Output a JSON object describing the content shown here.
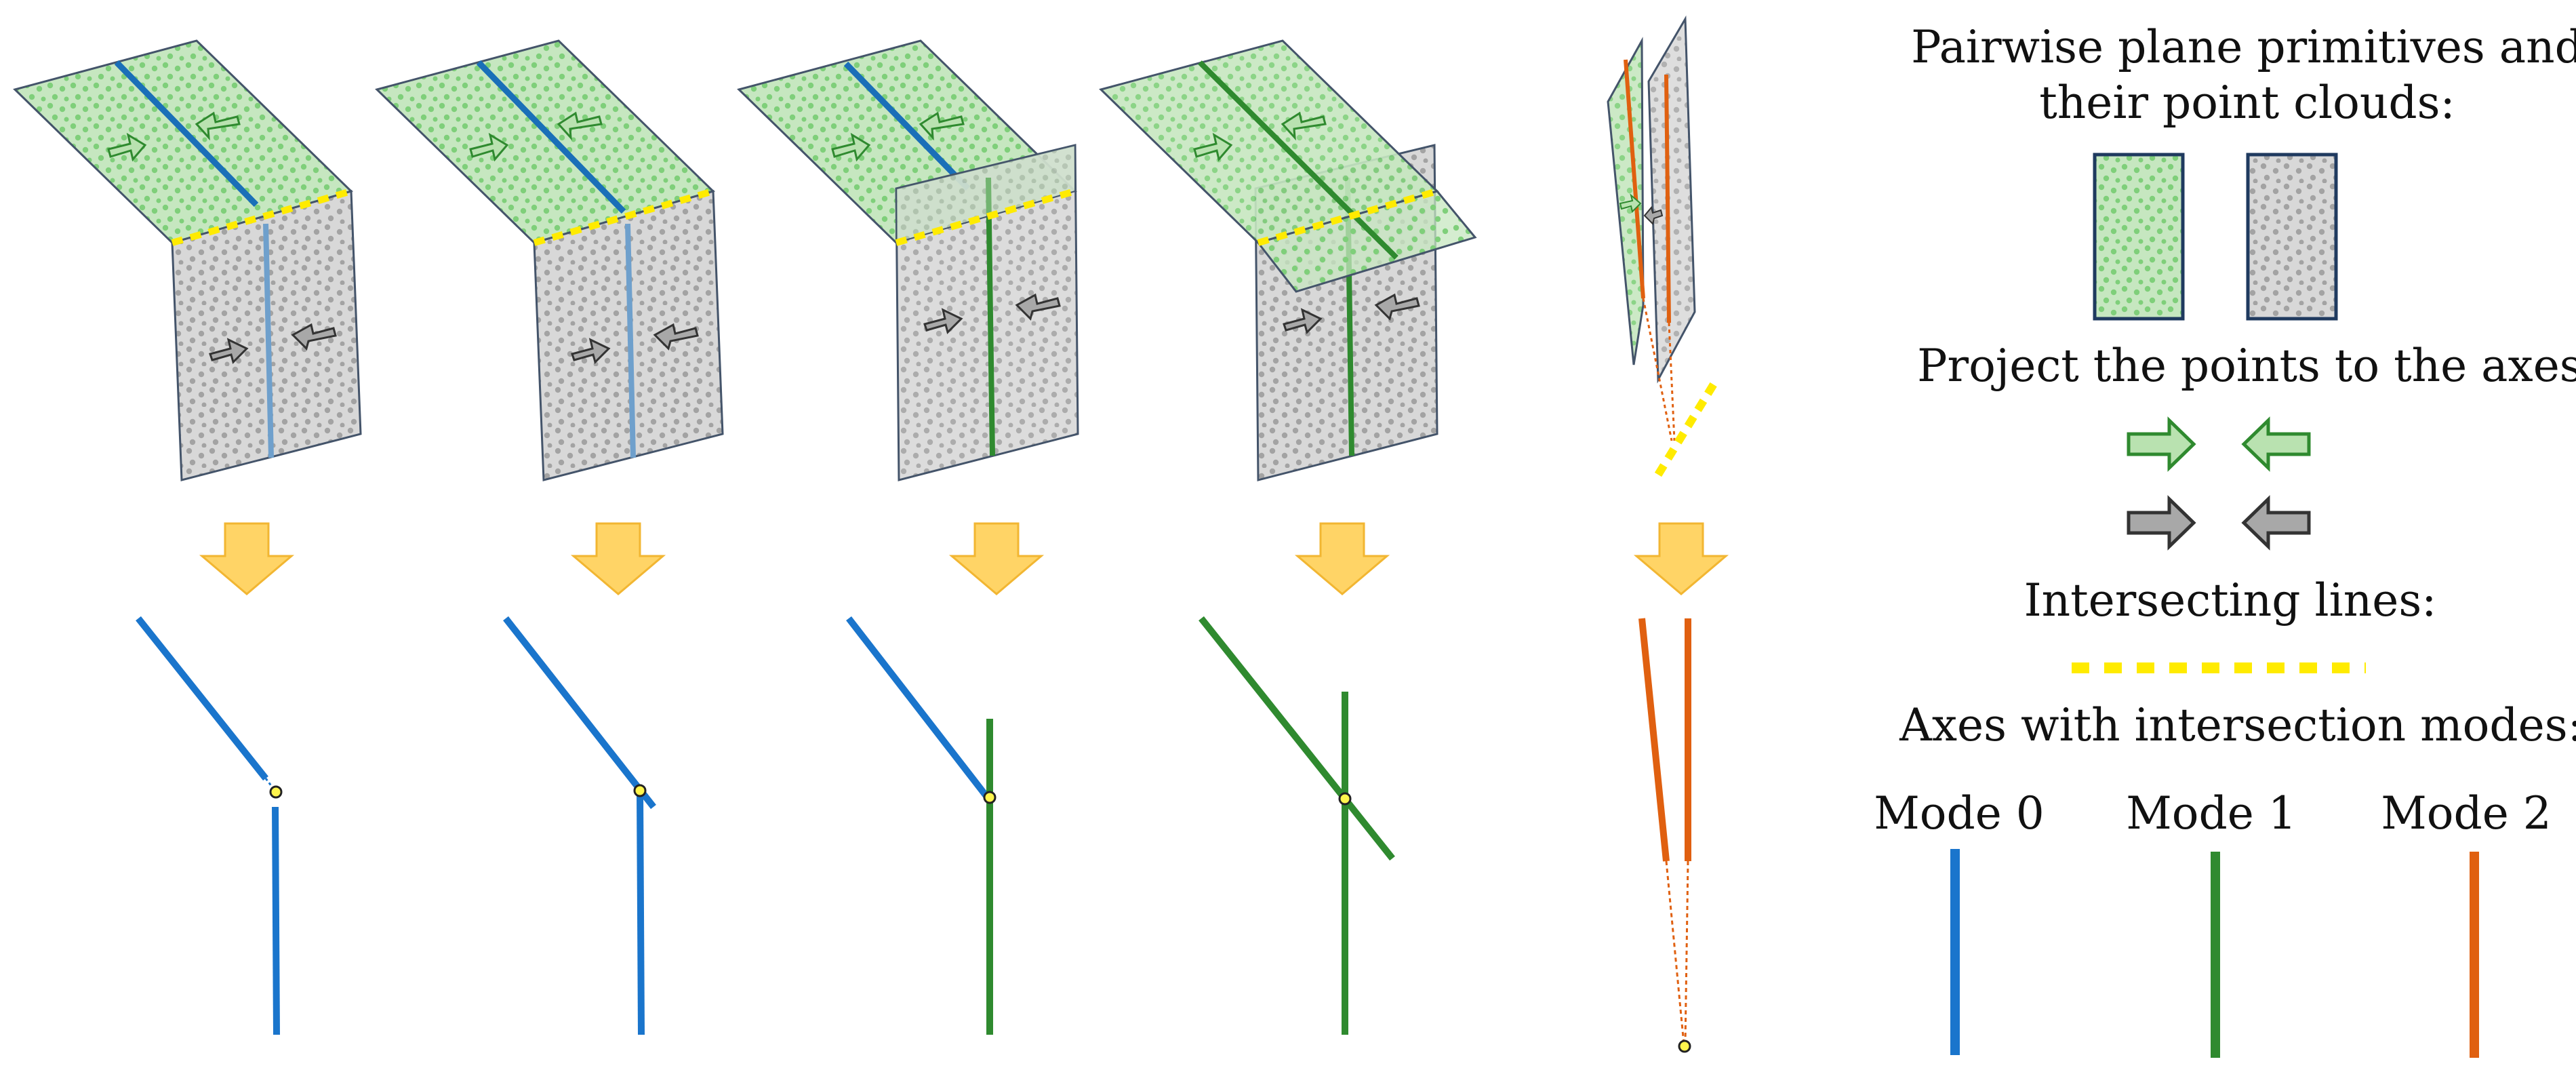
{
  "legend": {
    "title_line1": "Pairwise plane primitives and",
    "title_line2": "their point clouds:",
    "project_label": "Project the points to the axes:",
    "intersect_label": "Intersecting lines:",
    "axes_label": "Axes with intersection modes:",
    "modes": [
      {
        "label": "Mode 0",
        "color": "#1a75cc"
      },
      {
        "label": "Mode 1",
        "color": "#2f8a2f"
      },
      {
        "label": "Mode 2",
        "color": "#e06010"
      }
    ]
  },
  "colors": {
    "green_plane": "#c6e7c0",
    "green_dot": "#7fcf7a",
    "gray_plane": "#d8d8d8",
    "gray_dot": "#a3a3a3",
    "plane_edge": "#44546a",
    "intersection_line": "#ffeb00",
    "down_arrow": "#ffd466",
    "down_arrow_edge": "#f2b632",
    "arrow_green": "#b9e2b0",
    "arrow_green_edge": "#2f8a2f",
    "arrow_gray": "#a8a8a8",
    "arrow_gray_edge": "#333333",
    "point_marker": "#fff54d"
  },
  "panels": [
    {
      "top_mode": "Mode 0",
      "bottom_mode": "Mode 0"
    },
    {
      "top_mode": "Mode 0",
      "bottom_mode": "Mode 0"
    },
    {
      "top_mode": "Mode 0",
      "bottom_mode": "Mode 1"
    },
    {
      "top_mode": "Mode 1",
      "bottom_mode": "Mode 1"
    },
    {
      "top_mode": "Mode 2",
      "bottom_mode": "Mode 2"
    }
  ]
}
